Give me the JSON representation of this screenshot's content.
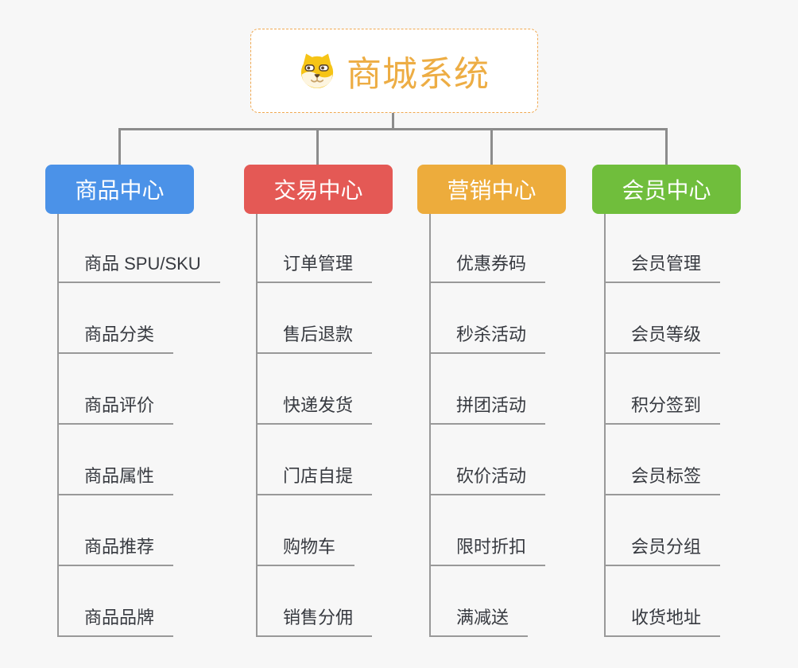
{
  "page": {
    "background_color": "#F7F7F7",
    "connector_color": "#8C8C8C",
    "underline_color": "#999999",
    "leaf_text_color": "#373A40"
  },
  "root": {
    "title": "商城系统",
    "icon": "dog-face-icon",
    "title_color": "#EDAD44",
    "border_color": "#F0A850",
    "background": "#FFFFFF"
  },
  "columns": [
    {
      "label": "商品中心",
      "color": "#4B92E8",
      "text_color": "#FFFFFF",
      "items": [
        "商品 SPU/SKU",
        "商品分类",
        "商品评价",
        "商品属性",
        "商品推荐",
        "商品品牌"
      ]
    },
    {
      "label": "交易中心",
      "color": "#E45955",
      "text_color": "#FFFFFF",
      "items": [
        "订单管理",
        "售后退款",
        "快递发货",
        "门店自提",
        "购物车",
        "销售分佣"
      ]
    },
    {
      "label": "营销中心",
      "color": "#EDAC3C",
      "text_color": "#FFFFFF",
      "items": [
        "优惠券码",
        "秒杀活动",
        "拼团活动",
        "砍价活动",
        "限时折扣",
        "满减送"
      ]
    },
    {
      "label": "会员中心",
      "color": "#70BE3C",
      "text_color": "#FFFFFF",
      "items": [
        "会员管理",
        "会员等级",
        "积分签到",
        "会员标签",
        "会员分组",
        "收货地址"
      ]
    }
  ]
}
